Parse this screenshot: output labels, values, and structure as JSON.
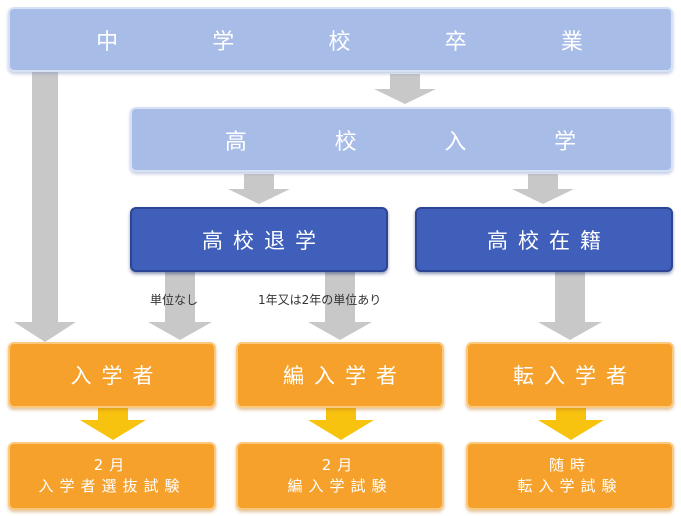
{
  "boxes": {
    "chugakko_sotsugyo": "中学校卒業",
    "koko_nyugaku": "高校入学",
    "koko_taigaku": "高校退学",
    "koko_zaiseki": "高校在籍",
    "nyugakusha": "入学者",
    "hennyu_gakusha": "編入学者",
    "tennyu_gakusha": "転入学者"
  },
  "exams": {
    "nyugaku_exam": {
      "line1": "2月",
      "line2": "入学者選抜試験"
    },
    "hennyu_exam": {
      "line1": "2月",
      "line2": "編入学試験"
    },
    "tennyu_exam": {
      "line1": "随時",
      "line2": "転入学試験"
    }
  },
  "notes": {
    "no_credit": "単位なし",
    "with_credit": "1年又は2年の単位あり"
  },
  "colors": {
    "light_blue": "#a8bce8",
    "dark_blue": "#3f5fba",
    "orange": "#f5a12c",
    "gray_arrow": "#c8c8c8",
    "yellow_arrow": "#f7c30f"
  }
}
